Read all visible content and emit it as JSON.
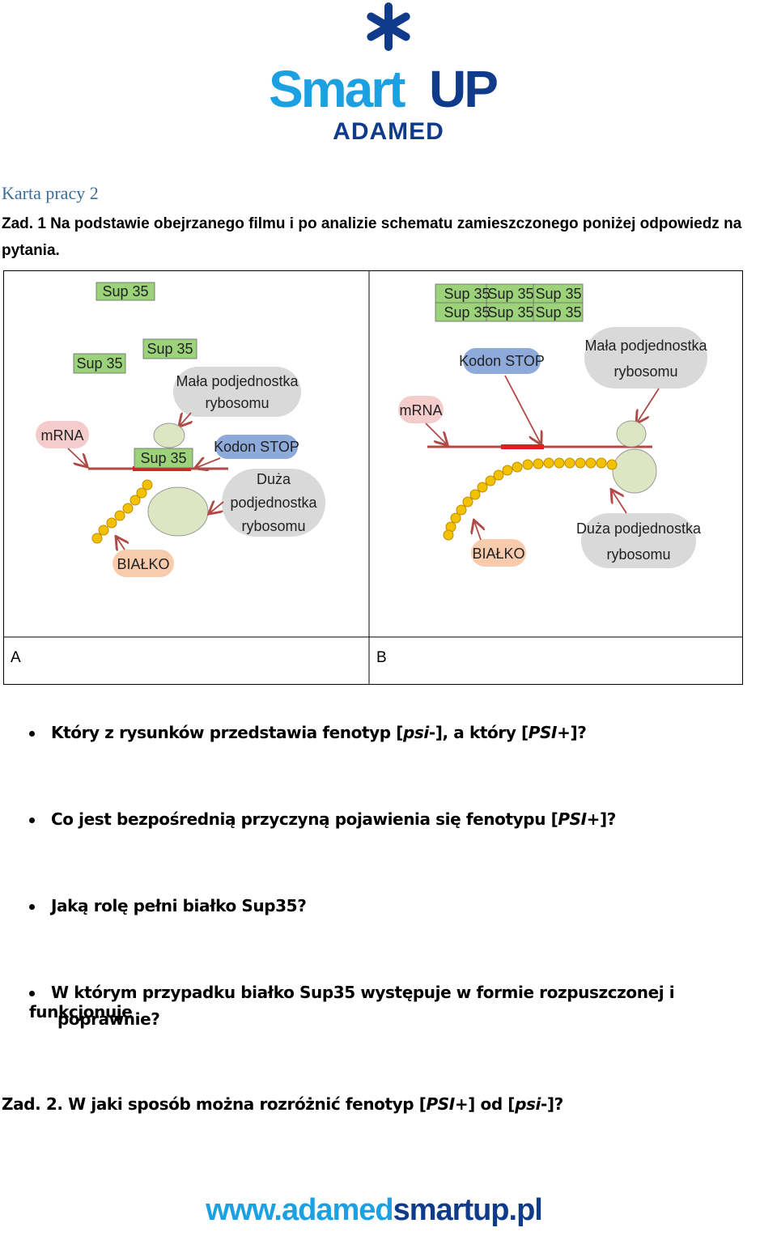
{
  "logo": {
    "word1": "Smart",
    "word2": "UP",
    "sub": "ADAMED",
    "brand_blue": "#1ba1e2",
    "brand_navy": "#0f3b8a"
  },
  "title": "Karta pracy 2",
  "task1": "Zad. 1 Na podstawie obejrzanego filmu i po analizie schematu zamieszczonego poniżej odpowiedz na pytania.",
  "figure": {
    "panelA": {
      "label": "A",
      "sup": [
        "Sup 35",
        "Sup 35",
        "Sup 35",
        "Sup 35"
      ],
      "mrna": "mRNA",
      "small": [
        "Mała podjednostka",
        "rybosomu"
      ],
      "stop": "Kodon STOP",
      "large": [
        "Duża",
        "podjednostka",
        "rybosomu"
      ],
      "protein": "BIAŁKO"
    },
    "panelB": {
      "label": "B",
      "sup": [
        "Sup 35",
        "Sup 35",
        "Sup 35",
        "Sup 35",
        "Sup 35",
        "Sup 35"
      ],
      "mrna": "mRNA",
      "stop": "Kodon STOP",
      "small": [
        "Mała podjednostka",
        "rybosomu"
      ],
      "large": [
        "Duża podjednostka",
        "rybosomu"
      ],
      "protein": "BIAŁKO"
    },
    "colors": {
      "sup_bg": "#9bd27a",
      "gray_bubble": "#d9d9d9",
      "mrna_bg": "#f4cccc",
      "stop_bg": "#8eaadb",
      "protein_bg": "#f8cbad",
      "line": "#b04a46",
      "bead": "#f2c200",
      "ribosome": "#dde6c3"
    }
  },
  "questions": [
    {
      "pre": "Który z rysunków przedstawia fenotyp [",
      "i1": "psi",
      "mid": "-], a który [",
      "i2": "PSI",
      "post": "+]?"
    },
    {
      "pre": "Co jest bezpośrednią przyczyną pojawienia się fenotypu [",
      "i1": "PSI",
      "post": "+]?"
    },
    {
      "text": "Jaką rolę pełni białko Sup35?"
    },
    {
      "line1": "W którym przypadku białko Sup35 występuje w formie rozpuszczonej i funkcjonuje",
      "line2": "poprawnie?"
    }
  ],
  "task2": {
    "pre": "Zad. 2. W jaki sposób można rozróżnić fenotyp [",
    "i1": "PSI",
    "mid": "+] od [",
    "i2": "psi",
    "post": "-]?"
  },
  "footer": {
    "part1": "www.adamed",
    "part2": "smartup.pl"
  }
}
